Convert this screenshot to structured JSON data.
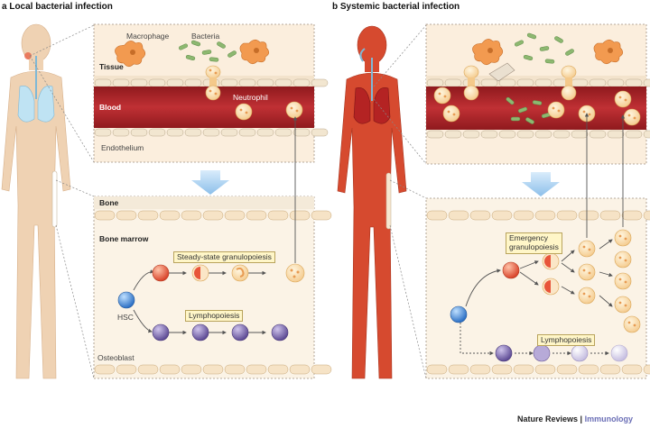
{
  "panels": {
    "a": {
      "letter": "a",
      "title": "Local bacterial infection"
    },
    "b": {
      "letter": "b",
      "title": "Systemic bacterial infection"
    }
  },
  "labels": {
    "macrophage": "Macrophage",
    "bacteria": "Bacteria",
    "tissue": "Tissue",
    "blood": "Blood",
    "neutrophil": "Neutrophil",
    "endothelium": "Endothelium",
    "bone": "Bone",
    "bone_marrow": "Bone marrow",
    "steady_state": "Steady-state granulopoiesis",
    "hsc": "HSC",
    "lymphopoiesis_a": "Lymphopoiesis",
    "osteoblast": "Osteoblast",
    "emergency_line1": "Emergency",
    "emergency_line2": "granulopoiesis",
    "lymphopoiesis_b": "Lymphopoiesis"
  },
  "credit": {
    "journal": "Nature Reviews",
    "separator": " | ",
    "section": "Immunology"
  },
  "colors": {
    "blood": "#b3272c",
    "tissue_bg": "#fbeedd",
    "marrow_bg": "#fbf3e6",
    "body_a": "#efd2b3",
    "body_b": "#d64a2f",
    "lung_a": "#bfe3f3",
    "lung_b": "#b42323",
    "neutrophil": "#f9dca6",
    "progenitor": "#e8553a",
    "hsc": "#3b7fcf",
    "lymphoid": "#7864aa",
    "arrow": "#9cc8ee",
    "macrophage": "#f29a50",
    "bacteria": "#8db870"
  }
}
